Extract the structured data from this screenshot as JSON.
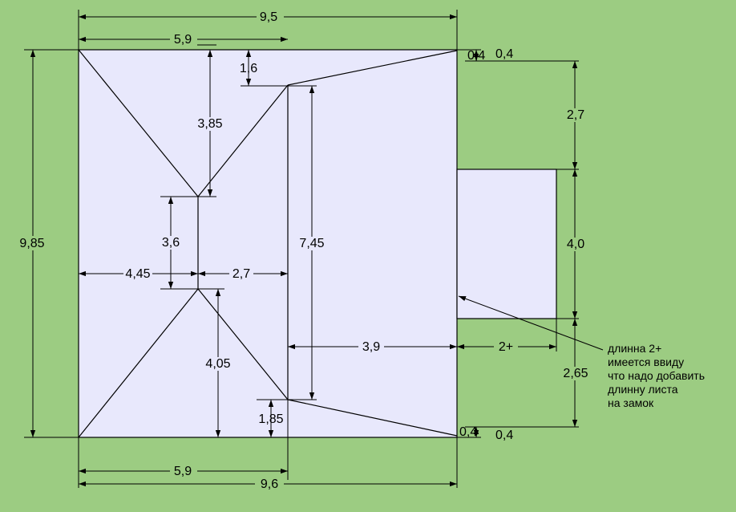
{
  "colors": {
    "background": "#9ccc82",
    "panel": "#e8e8fc",
    "line": "#000000"
  },
  "dimensions": {
    "top_total": "9,5",
    "top_left": "5,9",
    "left_height": "9,85",
    "top_gap": "1,6",
    "upper_valley": "3,85",
    "ridge": "3,6",
    "left_to_ridge": "4,45",
    "ridge_to_inner": "2,7",
    "inner_height": "7,45",
    "lower_valley": "4,05",
    "bottom_gap": "1,85",
    "inner_to_right": "3,9",
    "right_top_offset": "0,4",
    "right_top_offset_small": "0,4",
    "right_upper": "2,7",
    "ext_height": "4,0",
    "right_lower": "2,65",
    "ext_width": "2+",
    "right_bottom_offset": "0,4",
    "right_bottom_offset_small": "0,4",
    "bottom_left": "5,9",
    "bottom_total": "9,6"
  },
  "note": {
    "line1": "длинна 2+",
    "line2": "имеется ввиду",
    "line3": "что надо добавить",
    "line4": "длинну листа",
    "line5": "на замок"
  }
}
